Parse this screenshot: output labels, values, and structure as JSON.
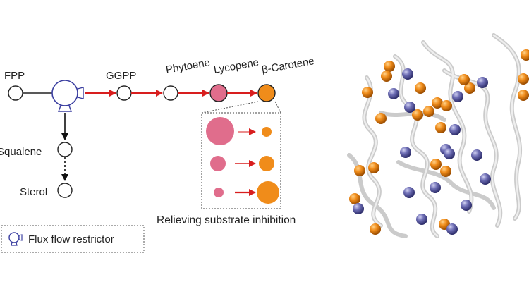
{
  "pathway": {
    "fpp": "FPP",
    "ggpp": "GGPP",
    "phytoene": "Phytoene",
    "lycopene": "Lycopene",
    "carotene": "β-Carotene",
    "squalene": "Squalene",
    "sterol": "Sterol"
  },
  "inset": {
    "caption": "Relieving substrate inhibition"
  },
  "legend": {
    "label": "Flux flow restrictor"
  },
  "colors": {
    "lycopene_pink": "#e06d8c",
    "carotene_orange": "#f08c1a",
    "restrictor_blue": "#3b3fa0",
    "arrow_red": "#d81e1e",
    "sphere_purple": "#6d6db4"
  },
  "icons": {
    "restrictor": "valve-icon",
    "protein": "protein-ribbon-structure"
  }
}
